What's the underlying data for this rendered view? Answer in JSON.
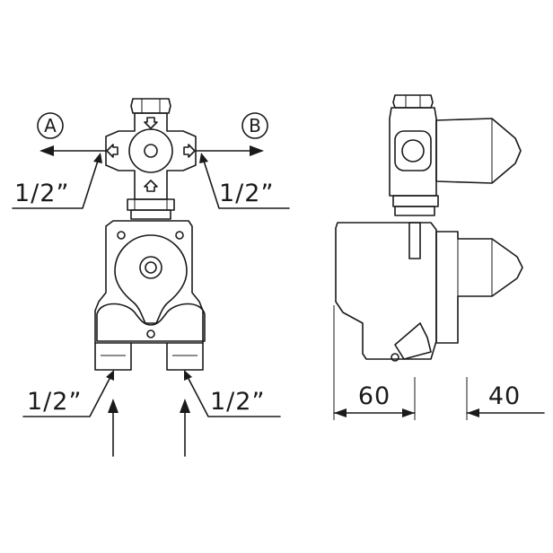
{
  "labels": {
    "port_a": "A",
    "port_b": "B",
    "size_outlet_left": "1/2”",
    "size_outlet_right": "1/2”",
    "size_inlet_left": "1/2”",
    "size_inlet_right": "1/2”",
    "dim_depth": "60",
    "dim_protrusion": "40"
  }
}
